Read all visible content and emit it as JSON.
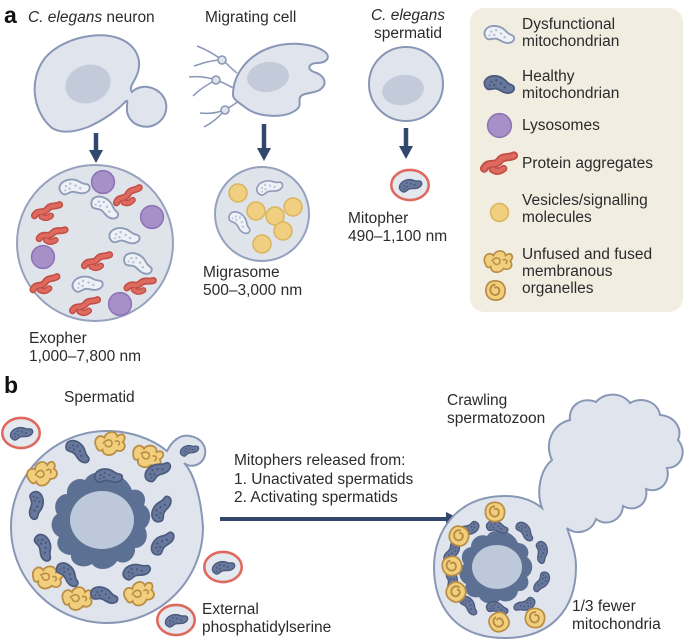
{
  "figure": {
    "panel_a": {
      "label": "a",
      "neuron_title": {
        "species": "C. elegans",
        "rest": " neuron"
      },
      "migrating_cell_title": "Migrating cell",
      "spermatid_title": {
        "species": "C. elegans",
        "line2": "spermatid"
      },
      "exopher": {
        "name": "Exopher",
        "size": "1,000–7,800 nm"
      },
      "migrasome": {
        "name": "Migrasome",
        "size": "500–3,000 nm"
      },
      "mitopher": {
        "name": "Mitopher",
        "size": "490–1,100 nm"
      }
    },
    "legend": {
      "items": [
        {
          "icon": "dysfunctional-mitochondrion-icon",
          "label": "Dysfunctional mitochondrian"
        },
        {
          "icon": "healthy-mitochondrion-icon",
          "label": "Healthy mitochondrian"
        },
        {
          "icon": "lysosome-icon",
          "label": "Lysosomes"
        },
        {
          "icon": "protein-aggregate-icon",
          "label": "Protein aggregates"
        },
        {
          "icon": "vesicle-icon",
          "label": "Vesicles/signalling molecules"
        },
        {
          "icon": "membranous-organelles-icon",
          "label": "Unfused and fused membranous organelles"
        }
      ]
    },
    "panel_b": {
      "label": "b",
      "spermatid_title": "Spermatid",
      "caption_line1": "Mitophers released from:",
      "caption_line2": "1. Unactivated spermatids",
      "caption_line3": "2. Activating spermatids",
      "spermatozoon_line1": "Crawling",
      "spermatozoon_line2": "spermatozoon",
      "external_line1": "External",
      "external_line2": "phosphatidylserine",
      "fewer_line1": "1/3 fewer",
      "fewer_line2": "mitochondria"
    },
    "colors": {
      "cell_fill": "#e0e4ed",
      "cell_stroke": "#8997b6",
      "nucleus_fill": "#c3cada",
      "legend_background": "#f1ede0",
      "arrow": "#31476b",
      "mitopher_ring": "#e0695e",
      "lysosome": "#a78fc8",
      "protein_aggregate": "#dd685e",
      "vesicle": "#f0d080",
      "membranous_organelle": "#f1cf7d",
      "healthy_mitochondrion": "#68789c",
      "dysfunctional_mitochondrion": "#eef1f6",
      "dark_nucleus": "#5c7094"
    }
  }
}
